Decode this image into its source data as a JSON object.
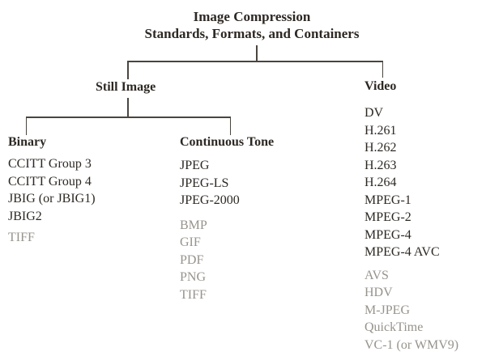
{
  "title": {
    "line1": "Image Compression",
    "line2": "Standards, Formats, and Containers"
  },
  "tree": {
    "still_image": {
      "label": "Still Image"
    },
    "video": {
      "label": "Video",
      "items_dark": [
        "DV",
        "H.261",
        "H.262",
        "H.263",
        "H.264",
        "MPEG-1",
        "MPEG-2",
        "MPEG-4",
        "MPEG-4 AVC"
      ],
      "items_gray": [
        "AVS",
        "HDV",
        "M-JPEG",
        "QuickTime",
        "VC-1 (or WMV9)"
      ]
    },
    "binary": {
      "label": "Binary",
      "items_dark": [
        "CCITT Group 3",
        "CCITT Group 4",
        "JBIG (or JBIG1)",
        "JBIG2"
      ],
      "items_gray": [
        "TIFF"
      ]
    },
    "continuous_tone": {
      "label": "Continuous Tone",
      "items_dark": [
        "JPEG",
        "JPEG-LS",
        "JPEG-2000"
      ],
      "items_gray": [
        "BMP",
        "GIF",
        "PDF",
        "PNG",
        "TIFF"
      ]
    }
  },
  "colors": {
    "text_dark": "#2d2823",
    "text_gray": "#97938c",
    "line": "#4a453f",
    "bg": "#ffffff"
  }
}
